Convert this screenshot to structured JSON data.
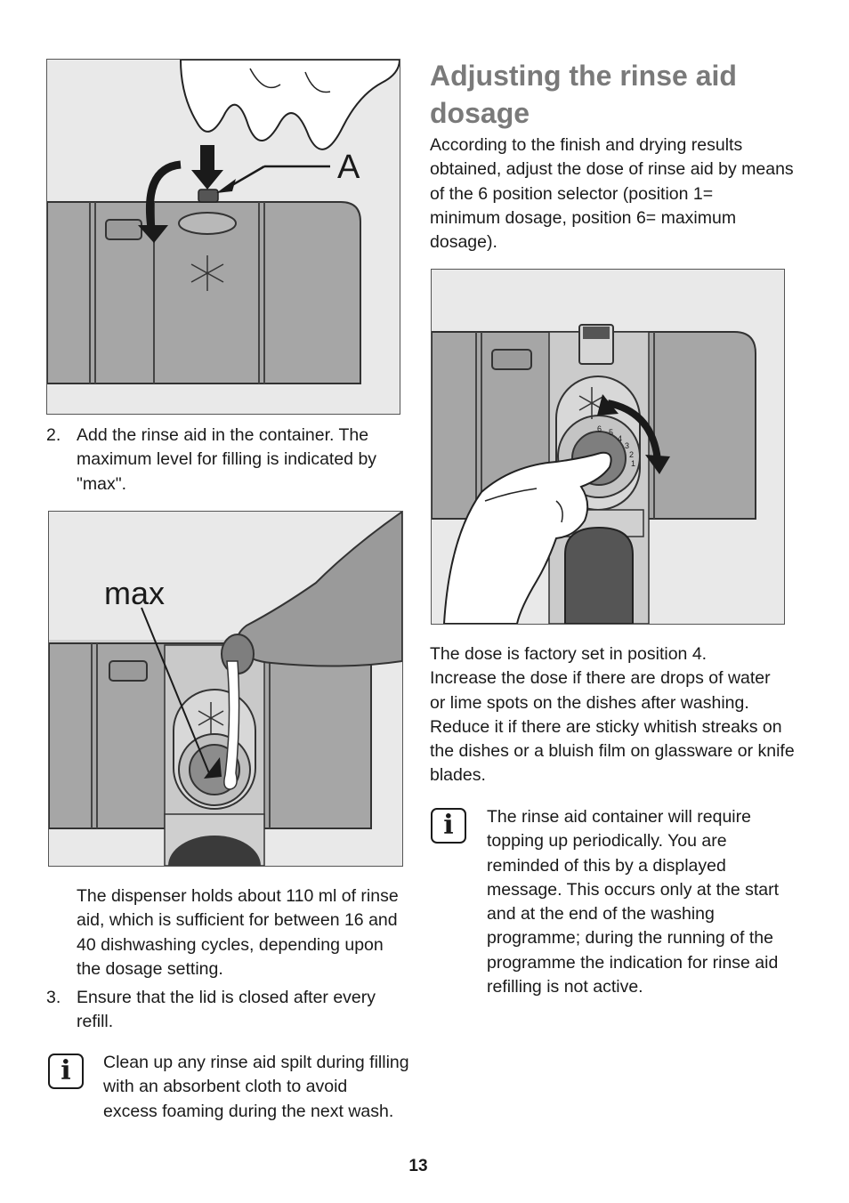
{
  "figure1": {
    "label": "A"
  },
  "step2": {
    "number": "2.",
    "lines": [
      "Add the rinse aid in the container. The",
      "maximum level for filling is indicated by",
      "\"max\"."
    ]
  },
  "figure2": {
    "label": "max"
  },
  "dispenser_paragraph": {
    "lines": [
      "The dispenser holds about 110 ml of rinse",
      "aid, which is sufficient for between 16 and",
      "40 dishwashing cycles, depending upon",
      "the dosage setting."
    ]
  },
  "step3": {
    "number": "3.",
    "lines": [
      "Ensure that the lid is closed after every",
      "refill."
    ]
  },
  "info_left": {
    "icon": "info-icon",
    "lines": [
      "Clean up any rinse aid spilt during filling",
      "with an absorbent cloth to avoid",
      "excess foaming during the next wash."
    ]
  },
  "section": {
    "heading_lines": [
      "Adjusting the rinse aid",
      "dosage"
    ],
    "intro_lines": [
      "According to the finish and drying results",
      "obtained, adjust the dose of rinse aid by means",
      "of the 6 position selector (position 1=",
      "minimum dosage, position 6= maximum",
      "dosage)."
    ]
  },
  "figure3": {
    "dial_numbers": [
      "6",
      "5",
      "4",
      "3",
      "2",
      "1"
    ]
  },
  "factory_paragraph": {
    "lines": [
      "The dose is factory set in position 4.",
      "Increase the dose if there are drops of water",
      "or lime spots on the dishes after washing.",
      "Reduce it if there are sticky whitish streaks on",
      "the dishes or a bluish film on glassware or knife",
      "blades."
    ]
  },
  "info_right": {
    "icon": "info-icon",
    "lines": [
      "The rinse aid container will require",
      "topping up periodically. You are",
      "reminded of this by a displayed",
      "message. This occurs only at the start",
      "and at the end of the washing",
      "programme; during the running of the",
      "programme the indication for rinse aid",
      "refilling is not active."
    ]
  },
  "page_number": "13"
}
